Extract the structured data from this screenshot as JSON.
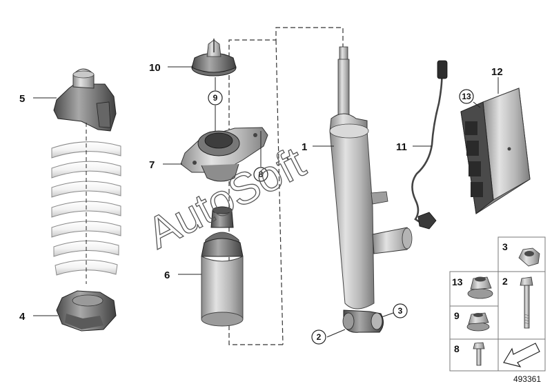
{
  "callouts": {
    "c1": "1",
    "c2": "2",
    "c3": "3",
    "c4": "4",
    "c5": "5",
    "c6": "6",
    "c7": "7",
    "c8": "8",
    "c9": "9",
    "c10": "10",
    "c11": "11",
    "c12": "12",
    "c13": "13"
  },
  "parts_panel": {
    "p3": "3",
    "p13": "13",
    "p2": "2",
    "p9": "9",
    "p8": "8"
  },
  "watermark": "AutoSoft",
  "doc_number": "493361"
}
